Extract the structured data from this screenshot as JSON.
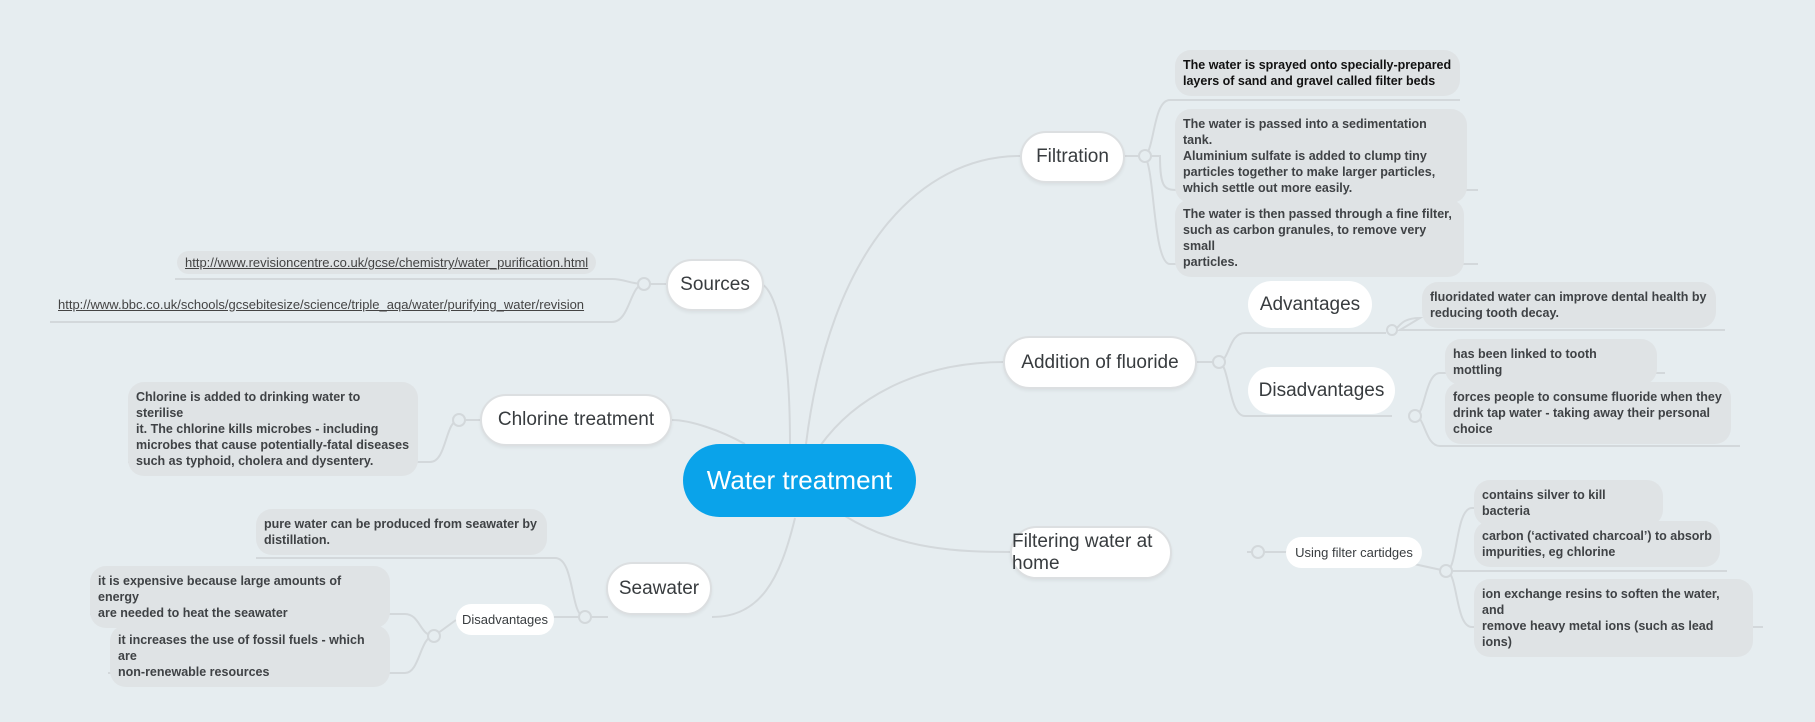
{
  "central": "Water treatment",
  "filtration": {
    "label": "Filtration",
    "items": [
      "The water is sprayed onto specially-prepared\nlayers of sand and gravel called filter beds",
      "The water is passed into a sedimentation tank.\nAluminium sulfate is added to clump tiny\nparticles together to make larger particles,\nwhich settle out more easily.",
      "The water is then passed through a fine filter,\nsuch as carbon granules, to remove very small\nparticles."
    ]
  },
  "sources": {
    "label": "Sources",
    "links": [
      "http://www.revisioncentre.co.uk/gcse/chemistry/water_purification.html",
      "http://www.bbc.co.uk/schools/gcsebitesize/science/triple_aqa/water/purifying_water/revision"
    ]
  },
  "chlorine": {
    "label": "Chlorine treatment",
    "text": "Chlorine is added to drinking water to sterilise\nit. The chlorine kills microbes - including\nmicrobes that cause potentially-fatal diseases\nsuch as typhoid, cholera and dysentery."
  },
  "fluoride": {
    "label": "Addition of fluoride",
    "advantages": {
      "label": "Advantages",
      "items": [
        "fluoridated water can improve dental health by\nreducing tooth decay."
      ]
    },
    "disadvantages": {
      "label": "Disadvantages",
      "items": [
        "has been linked to tooth mottling",
        "forces people to consume fluoride when they\ndrink tap water - taking away their personal\nchoice"
      ]
    }
  },
  "home": {
    "label": "Filtering water at home",
    "sub": "Using filter cartidges",
    "items": [
      "contains silver to kill bacteria",
      "carbon (‘activated charcoal’) to absorb\nimpurities, eg chlorine",
      "ion exchange resins to soften the water, and\nremove heavy metal ions (such as lead ions)"
    ]
  },
  "seawater": {
    "label": "Seawater",
    "items": [
      "pure water can be produced from seawater by\ndistillation."
    ],
    "disadvantages": {
      "label": "Disadvantages",
      "items": [
        "it is expensive because large amounts of energy\nare needed to heat the seawater",
        "it increases the use of fossil fuels - which are\nnon-renewable resources"
      ]
    }
  },
  "colors": {
    "central": "#0aa3ea",
    "background": "#e6edf0",
    "connector": "#d3d8db"
  }
}
